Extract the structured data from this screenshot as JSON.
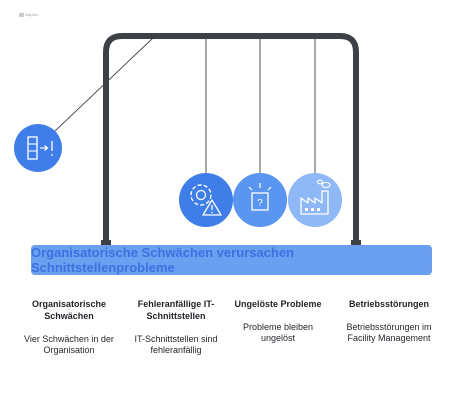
{
  "logo": {
    "text": "Napkin"
  },
  "banner": {
    "text": "Organisatorische Schwächen verursachen Schnittstellenprobleme"
  },
  "columns": [
    {
      "title": "Organisatorische Schwächen",
      "desc": "Vier Schwächen in der Organisation"
    },
    {
      "title": "Fehleranfällige IT-Schnittstellen",
      "desc": "IT-Schnittstellen sind fehleranfällig"
    },
    {
      "title": "Ungelöste Probleme",
      "desc": "Probleme bleiben ungelöst"
    },
    {
      "title": "Betriebsstörungen",
      "desc": "Betriebsstörungen im Facility Management"
    }
  ],
  "icons": {
    "swing": "document-arrow-icon",
    "ball1": "gear-warning-icon",
    "ball2": "question-box-icon",
    "ball3": "factory-icon"
  },
  "colors": {
    "frame": "#3d4147",
    "ball_dark": "#3f7ee8",
    "ball_mid": "#5a95f0",
    "ball_light": "#8fb8f6",
    "banner": "#6b9ff0"
  }
}
